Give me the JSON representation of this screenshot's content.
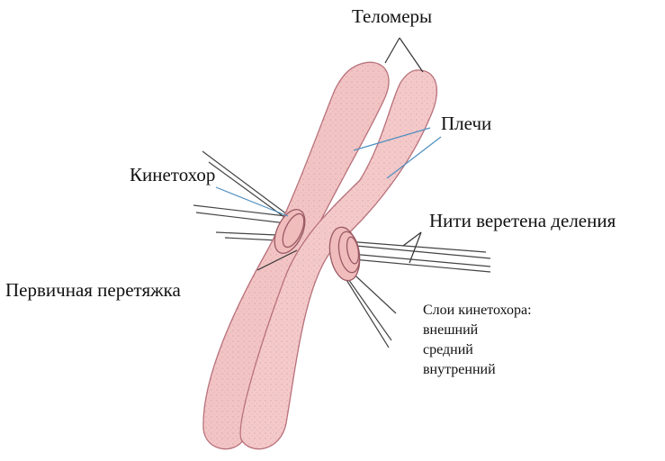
{
  "labels": {
    "telomeres": "Теломеры",
    "arms": "Плечи",
    "kinetochore": "Кинетохор",
    "spindle_fibers": "Нити веретена деления",
    "primary_constriction": "Первичная перетяжка",
    "kinetochore_layers_title": "Слои кинетохора:",
    "layer_outer": "внешний",
    "layer_middle": "средний",
    "layer_inner": "внутренний"
  },
  "colors": {
    "chromatid_fill": "#f2c4c4",
    "chromatid_stroke": "#b7707a",
    "stipple": "#c98e98",
    "pointer_line": "#4f8fc0",
    "fiber": "#444444",
    "text": "#111111"
  }
}
